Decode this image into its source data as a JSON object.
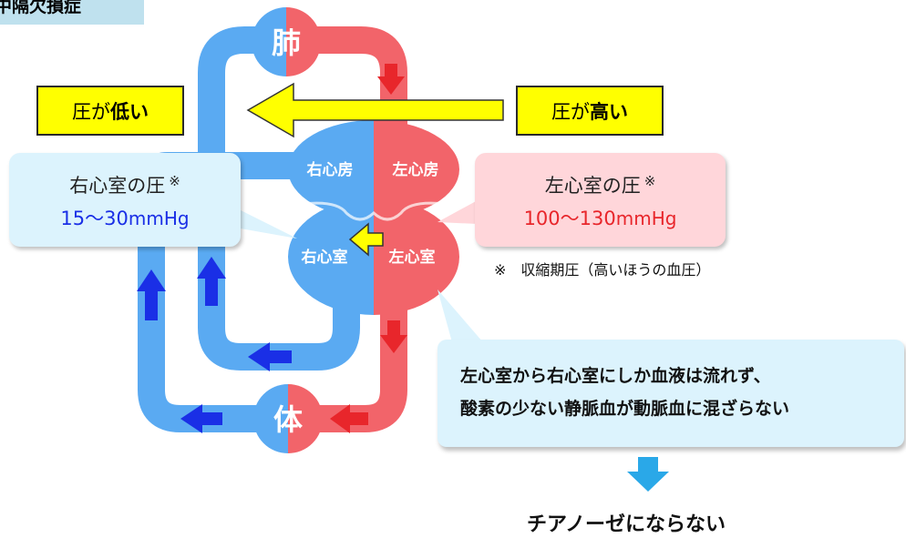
{
  "heading": "中隔欠損症",
  "organs": {
    "lung": "肺",
    "body": "体",
    "right_atrium": "右心房",
    "left_atrium": "左心房",
    "right_ventricle": "右心室",
    "left_ventricle": "左心室"
  },
  "pressure_low_box": {
    "prefix": "圧が",
    "emphasis": "低い"
  },
  "pressure_high_box": {
    "prefix": "圧が",
    "emphasis": "高い"
  },
  "right_ventricle_callout": {
    "title": "右心室の圧",
    "mark": "※",
    "value": "15〜30",
    "unit": "mmHg"
  },
  "left_ventricle_callout": {
    "title": "左心室の圧",
    "mark": "※",
    "value": "100〜130",
    "unit": "mmHg"
  },
  "footnote": "※　収縮期圧（高いほうの血圧）",
  "explanation": {
    "line1": "左心室から右心室にしか血液は流れず、",
    "line2": "酸素の少ない静脈血が動脈血に混ざらない"
  },
  "result": "チアノーゼにならない",
  "colors": {
    "venous_blue": "#5aaaf2",
    "arterial_red": "#f2646a",
    "arrow_blue": "#1a2fe6",
    "arrow_red": "#e8262b",
    "yellow": "#ffff00",
    "callout_blue": "#dcf3fd",
    "callout_pink": "#ffd6da",
    "value_blue": "#1a2fe6",
    "value_red": "#e8262b"
  }
}
